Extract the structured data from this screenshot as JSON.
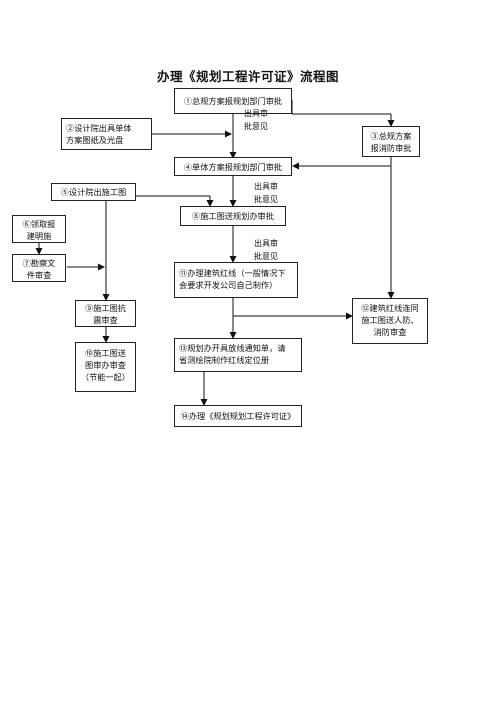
{
  "title": "办理《规划工程许可证》流程图",
  "boxes": {
    "b1": "①总规方案报规划部门审批",
    "b2": "②设计院出具单体\n方案图纸及光盘",
    "b3": "③总规方案\n报消防审批",
    "b4": "④单体方案报规划部门审批",
    "b5": "⑤设计院出施工图",
    "b6": "⑥领取报\n建明施",
    "b7": "⑦勘察文\n件审查",
    "b8": "⑧施工图送规划办审批",
    "b9": "⑨施工图抗\n震审查",
    "b10": "⑩施工图送\n图审办审查\n（节能一起）",
    "b11": "⑪办理建筑红线（一般情况下\n会要求开发公司自己制作）",
    "b12": "⑫建筑红线连同\n施工图送人防、\n消防审查",
    "b13": "⑬规划办开具放线通知单，请\n省测绘院制作红线定位册",
    "b14": "⑭办理《规划规划工程许可证》"
  },
  "notes": {
    "n1": "出具审\n批意见",
    "n2": "出具审\n批意见",
    "n3": "出具审\n批意见"
  }
}
